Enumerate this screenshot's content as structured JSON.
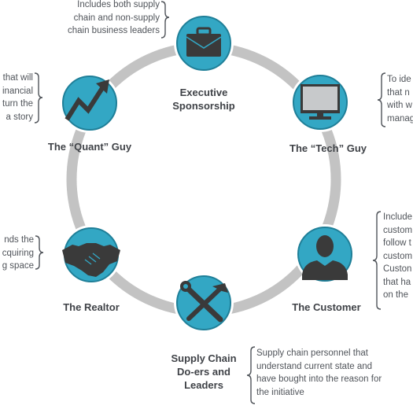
{
  "roles": {
    "executive": {
      "label": [
        "Executive",
        "Sponsorship"
      ],
      "icon": "briefcase-icon"
    },
    "tech": {
      "label": [
        "The “Tech” Guy"
      ],
      "icon": "monitor-icon"
    },
    "customer": {
      "label": [
        "The Customer"
      ],
      "icon": "person-icon"
    },
    "doers": {
      "label": [
        "Supply Chain",
        "Do-ers and",
        "Leaders"
      ],
      "icon": "tools-icon"
    },
    "realtor": {
      "label": [
        "The Realtor"
      ],
      "icon": "handshake-icon"
    },
    "quant": {
      "label": [
        "The “Quant” Guy"
      ],
      "icon": "trend-up-icon"
    }
  },
  "notes": {
    "executive": [
      "Includes both supply",
      "chain and non-supply",
      "chain business leaders"
    ],
    "tech": [
      "To ide",
      "that n",
      "with w",
      "manag"
    ],
    "customer": [
      "Include",
      "custom",
      "follow t",
      "custom",
      "Custon",
      "that ha",
      "on the"
    ],
    "doers": [
      "Supply chain personnel that",
      "understand current state and",
      "have bought into the reason for",
      "the initiative"
    ],
    "realtor": [
      "nds the",
      "cquiring",
      "g space"
    ],
    "quant": [
      "that will",
      "inancial",
      "turn the",
      "a story"
    ]
  },
  "colors": {
    "ring": "#c3c3c3",
    "node_fill": "#33a7c4",
    "node_outline": "#1f7f98",
    "node_halo": "#ffffff",
    "icon": "#3a3a3a",
    "monitor_screen": "#c7c9cb",
    "brace": "#50545a",
    "label": "#3f4247"
  }
}
